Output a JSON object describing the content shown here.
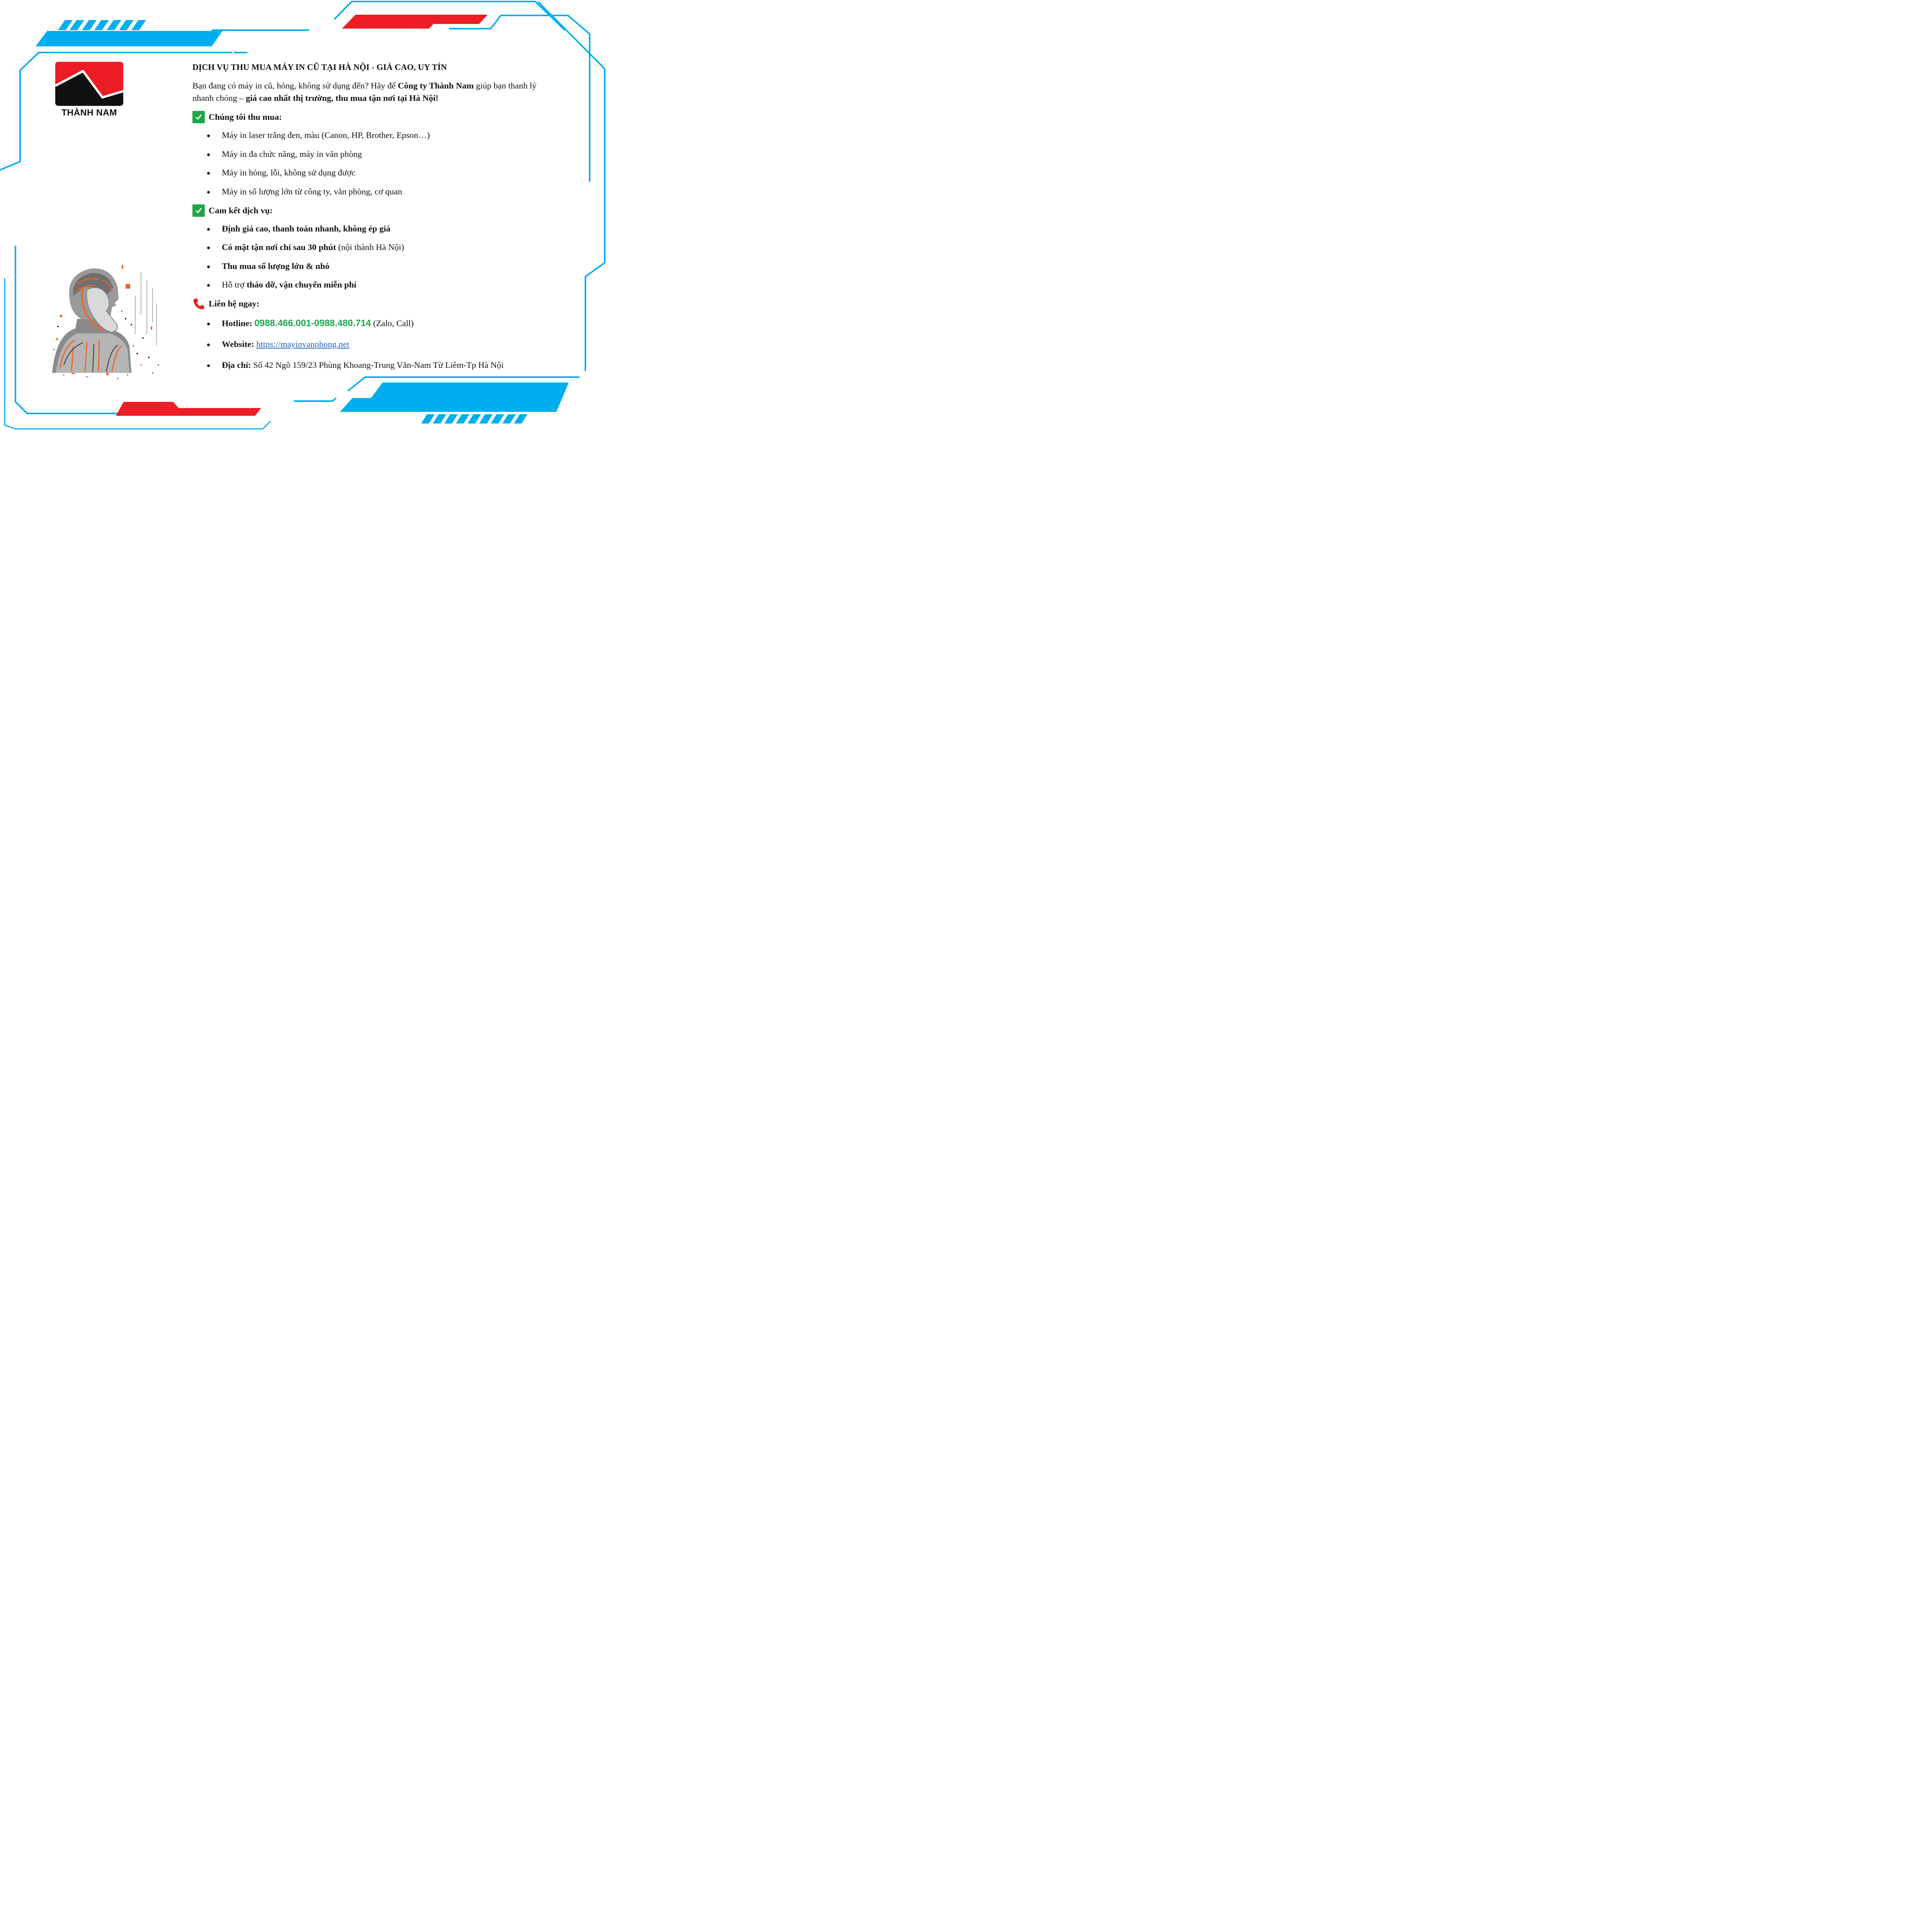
{
  "colors": {
    "frame_blue": "#00aeef",
    "accent_red": "#ee1c24",
    "check_green": "#1fa64a",
    "link_blue": "#1f5fbf"
  },
  "logo": {
    "text": "THÀNH NAM"
  },
  "title": "DỊCH VỤ THU MUA MÁY IN CŨ TẠI HÀ NỘI - GIÁ CAO, UY TÍN",
  "intro": {
    "part1": "Bạn đang có máy in cũ, hỏng, không sử dụng đến? Hãy để ",
    "company": "Công ty Thành Nam",
    "part2": " giúp bạn thanh lý nhanh chóng – ",
    "highlight": "giá cao nhất thị trường, thu mua tận nơi tại Hà Nội!"
  },
  "section_buy": {
    "heading": "Chúng tôi thu mua:",
    "items": [
      "Máy in laser trắng đen, màu (Canon, HP, Brother, Epson…)",
      "Máy in đa chức năng, máy in văn phòng",
      "Máy in hỏng, lỗi, không sử dụng được",
      "Máy in số lượng lớn từ công ty, văn phòng, cơ quan"
    ]
  },
  "section_commit": {
    "heading": "Cam kết dịch vụ:",
    "item1": "Định giá cao, thanh toán nhanh, không ép giá",
    "item2_bold": "Có mặt tận nơi chỉ sau 30 phút",
    "item2_rest": " (nội thành Hà Nội)",
    "item3": "Thu mua số lượng lớn & nhỏ",
    "item4_pre": "Hỗ trợ ",
    "item4_bold": "tháo dỡ, vận chuyển miễn phí"
  },
  "section_contact": {
    "heading": "Liên hệ ngay:",
    "hotline_label": "Hotline:",
    "hotline_number": "0988.466.001-0988.480.714",
    "hotline_note": " (Zalo, Call)",
    "website_label": "Website:",
    "website_url": "https://mayinvanphong.net",
    "address_label": "Địa chỉ:",
    "address": " Số 42 Ngõ 159/23 Phùng Khoang-Trung Văn-Nam Từ Liêm-Tp Hà Nội"
  },
  "icons": [
    "check-icon",
    "phone-icon",
    "bullet-icon"
  ]
}
